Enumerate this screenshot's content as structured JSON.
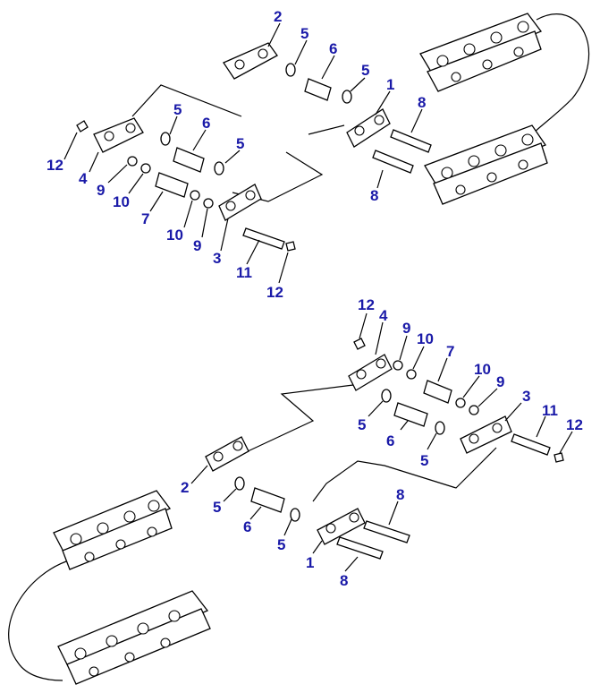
{
  "colors": {
    "callout": "#1a1aa8",
    "linework": "#000000",
    "background": "#ffffff"
  },
  "callouts": {
    "top": {
      "c2": "2",
      "c5a": "5",
      "c6a": "6",
      "c5b": "5",
      "c1": "1",
      "c8a": "8",
      "c12a": "12",
      "c4": "4",
      "c5c": "5",
      "c6b": "6",
      "c5d": "5",
      "c9a": "9",
      "c10a": "10",
      "c7": "7",
      "c10b": "10",
      "c9b": "9",
      "c3": "3",
      "c8b": "8",
      "c11": "11",
      "c12b": "12"
    },
    "bottom": {
      "c12a": "12",
      "c4": "4",
      "c9a": "9",
      "c10a": "10",
      "c7": "7",
      "c10b": "10",
      "c9b": "9",
      "c3": "3",
      "c11": "11",
      "c12b": "12",
      "c5a": "5",
      "c6a": "6",
      "c5b": "5",
      "c2": "2",
      "c8a": "8",
      "c5c": "5",
      "c6b": "6",
      "c5d": "5",
      "c1": "1",
      "c8b": "8"
    }
  }
}
